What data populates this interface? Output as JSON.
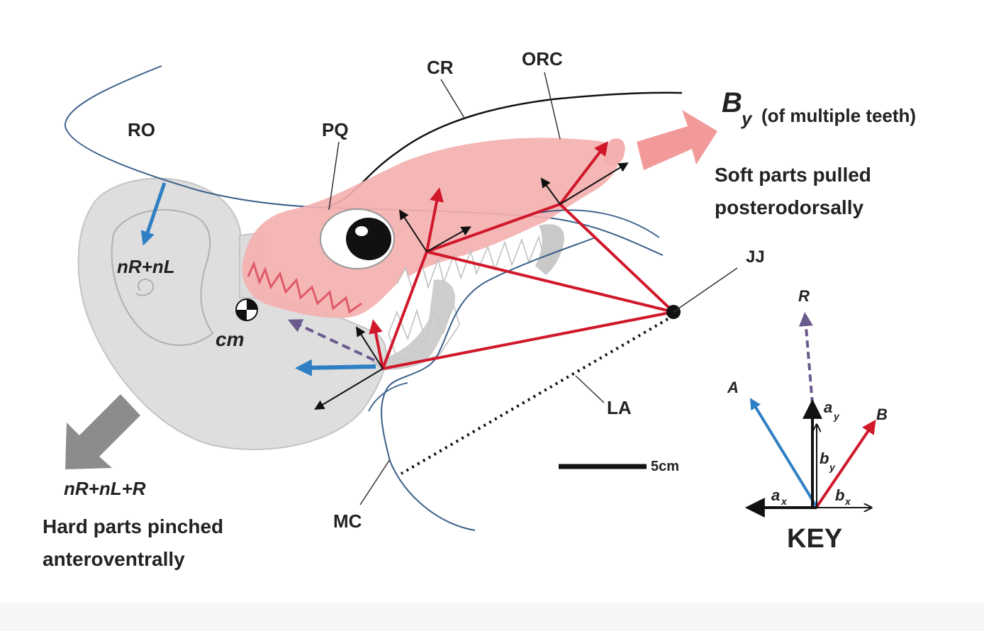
{
  "labels": {
    "ro": "RO",
    "pq": "PQ",
    "cr": "CR",
    "orc": "ORC",
    "jj": "JJ",
    "la": "LA",
    "mc": "MC",
    "cm": "cm",
    "nr_nl": "nR+nL",
    "nr_nl_r": "nR+nL+R",
    "scale": "5cm"
  },
  "captions": {
    "by_main": "B",
    "by_sub": "y",
    "by_rest": "(of multiple teeth)",
    "soft_line1": "Soft parts pulled",
    "soft_line2": "posterodorsally",
    "hard_line1": "Hard parts pinched",
    "hard_line2": "anteroventrally"
  },
  "key": {
    "title": "KEY",
    "r": "R",
    "a": "A",
    "b": "B",
    "ay_main": "a",
    "ay_sub": "y",
    "by_main": "b",
    "by_sub": "y",
    "ax_main": "a",
    "ax_sub": "x",
    "bx_main": "b",
    "bx_sub": "x"
  },
  "colors": {
    "red_vector": "#d0182a",
    "blue_vector": "#2f7fc4",
    "dashed_vector": "#6b5a8e",
    "body_outline": "#3b5f8a",
    "soft_tissue": "#f4b0b0",
    "hard_part": "#dedede",
    "grey_arrow": "#8c8c8c",
    "pink_arrow": "#f29a9a"
  }
}
